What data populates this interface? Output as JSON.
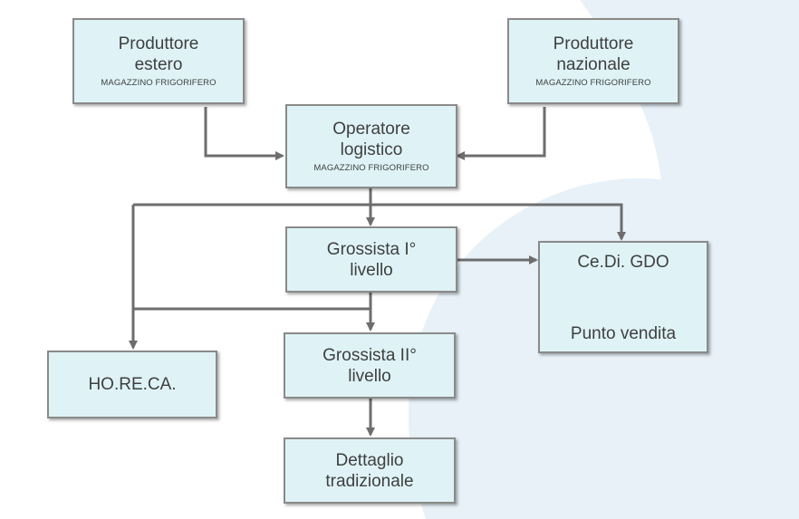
{
  "nodes": {
    "prod_estero": {
      "title": [
        "Produttore",
        "estero"
      ],
      "sub": "MAGAZZINO FRIGORIFERO"
    },
    "prod_nazionale": {
      "title": [
        "Produttore",
        "nazionale"
      ],
      "sub": "MAGAZZINO FRIGORIFERO"
    },
    "operatore": {
      "title": [
        "Operatore",
        "logistico"
      ],
      "sub": "MAGAZZINO FRIGORIFERO"
    },
    "grossista1": {
      "title": [
        "Grossista I°",
        "livello"
      ]
    },
    "cedi": {
      "title": "Ce.Di. GDO",
      "punto": "Punto vendita"
    },
    "horeca": {
      "title": "HO.RE.CA."
    },
    "grossista2": {
      "title": [
        "Grossista II°",
        "livello"
      ]
    },
    "dettaglio": {
      "title": [
        "Dettaglio",
        "tradizionale"
      ]
    }
  },
  "colors": {
    "box_fill": "#dff3f6",
    "box_border": "#8a8a8a",
    "arrow": "#6d6d6d",
    "background_swirl": "#e5f0f6"
  }
}
